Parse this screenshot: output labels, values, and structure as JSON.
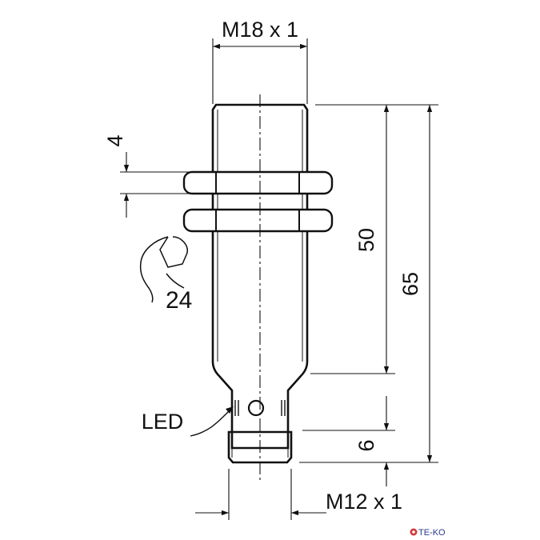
{
  "drawing": {
    "labels": {
      "thread_top": "M18 x 1",
      "thread_bottom": "M12 x 1",
      "nut_width": "4",
      "wrench_size": "24",
      "length_body": "50",
      "length_total": "65",
      "connector_length": "6",
      "led": "LED"
    },
    "colors": {
      "line": "#111111",
      "background": "#ffffff",
      "watermark_text": "#2a3a8c",
      "watermark_icon": "#d23a3a"
    },
    "icons": [
      "wrench-icon",
      "tek-logo-icon"
    ]
  },
  "watermark": {
    "text": "TE-KO"
  }
}
